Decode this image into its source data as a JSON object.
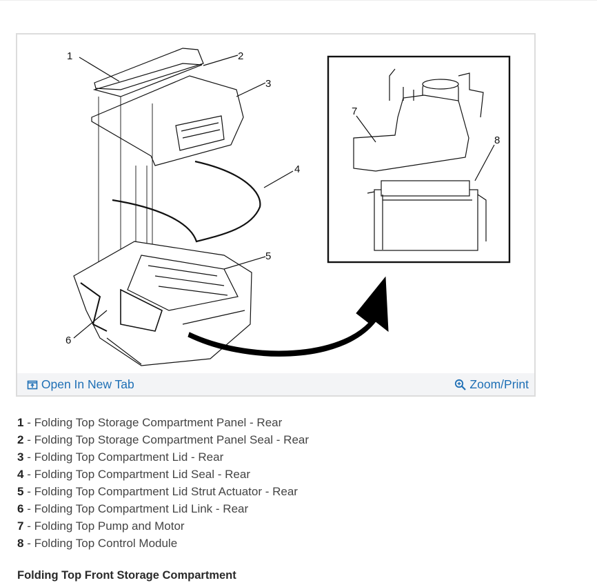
{
  "figure": {
    "open_tab_label": "Open In New Tab",
    "zoom_print_label": "Zoom/Print",
    "link_color": "#1e6fb5",
    "callouts": [
      "1",
      "2",
      "3",
      "4",
      "5",
      "6",
      "7",
      "8"
    ]
  },
  "legend": [
    {
      "num": "1",
      "sep": " - ",
      "text": "Folding Top Storage Compartment Panel - Rear"
    },
    {
      "num": "2",
      "sep": " - ",
      "text": "Folding Top Storage Compartment Panel Seal - Rear"
    },
    {
      "num": "3",
      "sep": " - ",
      "text": "Folding Top Compartment Lid - Rear"
    },
    {
      "num": "4",
      "sep": " - ",
      "text": "Folding Top Compartment Lid Seal - Rear"
    },
    {
      "num": "5",
      "sep": " - ",
      "text": "Folding Top Compartment Lid Strut Actuator - Rear"
    },
    {
      "num": "6",
      "sep": " - ",
      "text": "Folding Top Compartment Lid Link - Rear"
    },
    {
      "num": "7",
      "sep": " - ",
      "text": "Folding Top Pump and Motor"
    },
    {
      "num": "8",
      "sep": " - ",
      "text": "Folding Top Control Module"
    }
  ],
  "section_heading": "Folding Top Front Storage Compartment"
}
